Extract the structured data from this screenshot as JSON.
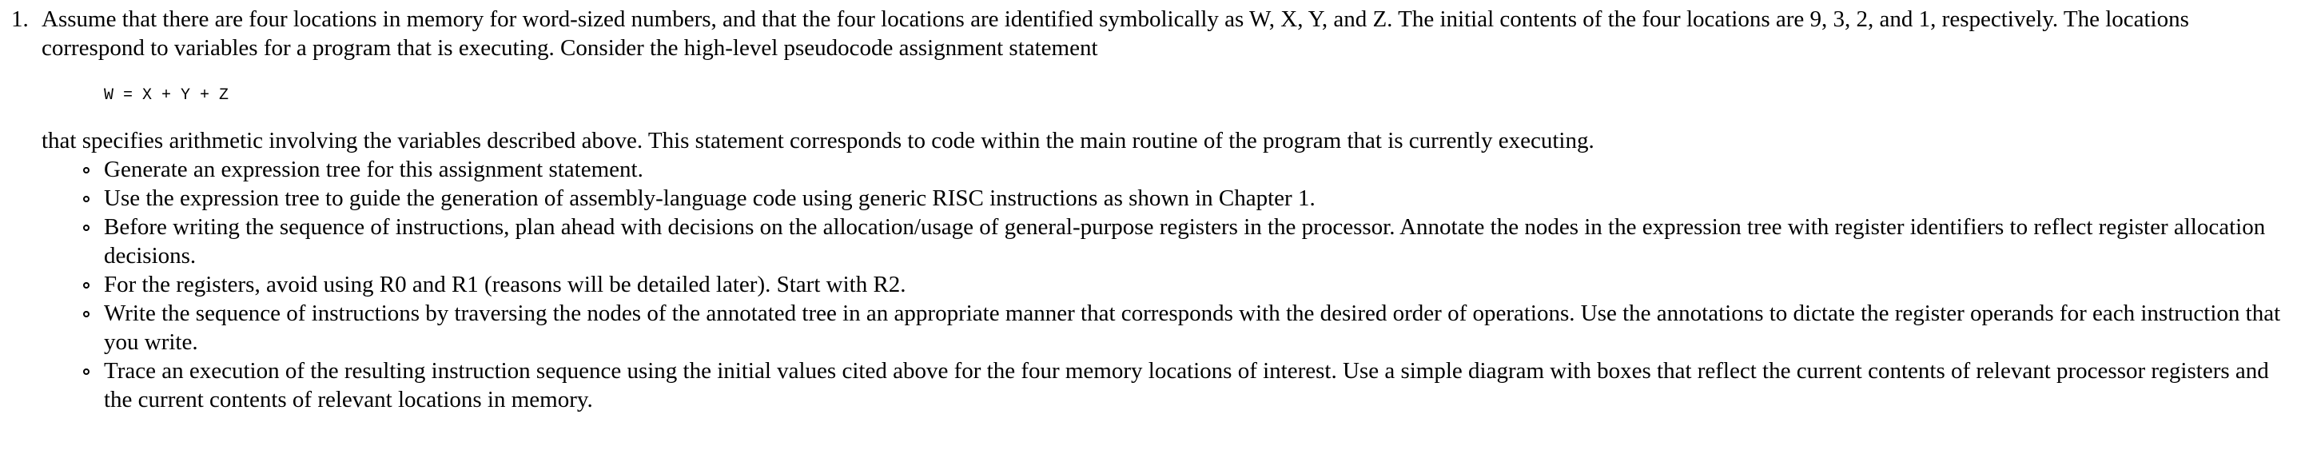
{
  "question": {
    "number": "1.",
    "intro": "Assume that there are four locations in memory for word-sized numbers, and that the four locations are identified symbolically as W, X, Y, and Z. The initial contents of the four locations are 9, 3, 2, and 1, respectively. The locations correspond to variables for a program that is executing. Consider the high-level pseudocode assignment statement",
    "code": "W = X + Y + Z",
    "followup": "that specifies arithmetic involving the variables described above. This statement corresponds to code within the main routine of the program that is currently executing.",
    "bullets": [
      {
        "text": "Generate an expression tree for this assignment statement."
      },
      {
        "text": "Use the expression tree to guide the generation of assembly-language code using generic RISC instructions as shown in Chapter 1."
      },
      {
        "text": "Before writing the sequence of instructions, plan ahead with decisions on the allocation/usage of general-purpose registers in the processor. Annotate the nodes in the expression tree with register identifiers to reflect register allocation decisions."
      },
      {
        "text": "For the registers, avoid using R0 and R1 (reasons will be detailed later). Start with R2."
      },
      {
        "text": "Write the sequence of instructions by traversing the nodes of the annotated tree in an appropriate manner that corresponds with the desired order of operations. Use the annotations to dictate the register operands for each instruction that you write."
      },
      {
        "text": "Trace an execution of the resulting instruction sequence using the initial values cited above for the four memory locations of interest. Use a simple diagram with boxes that reflect the current contents of relevant processor registers and the current contents of relevant locations in memory."
      }
    ]
  }
}
